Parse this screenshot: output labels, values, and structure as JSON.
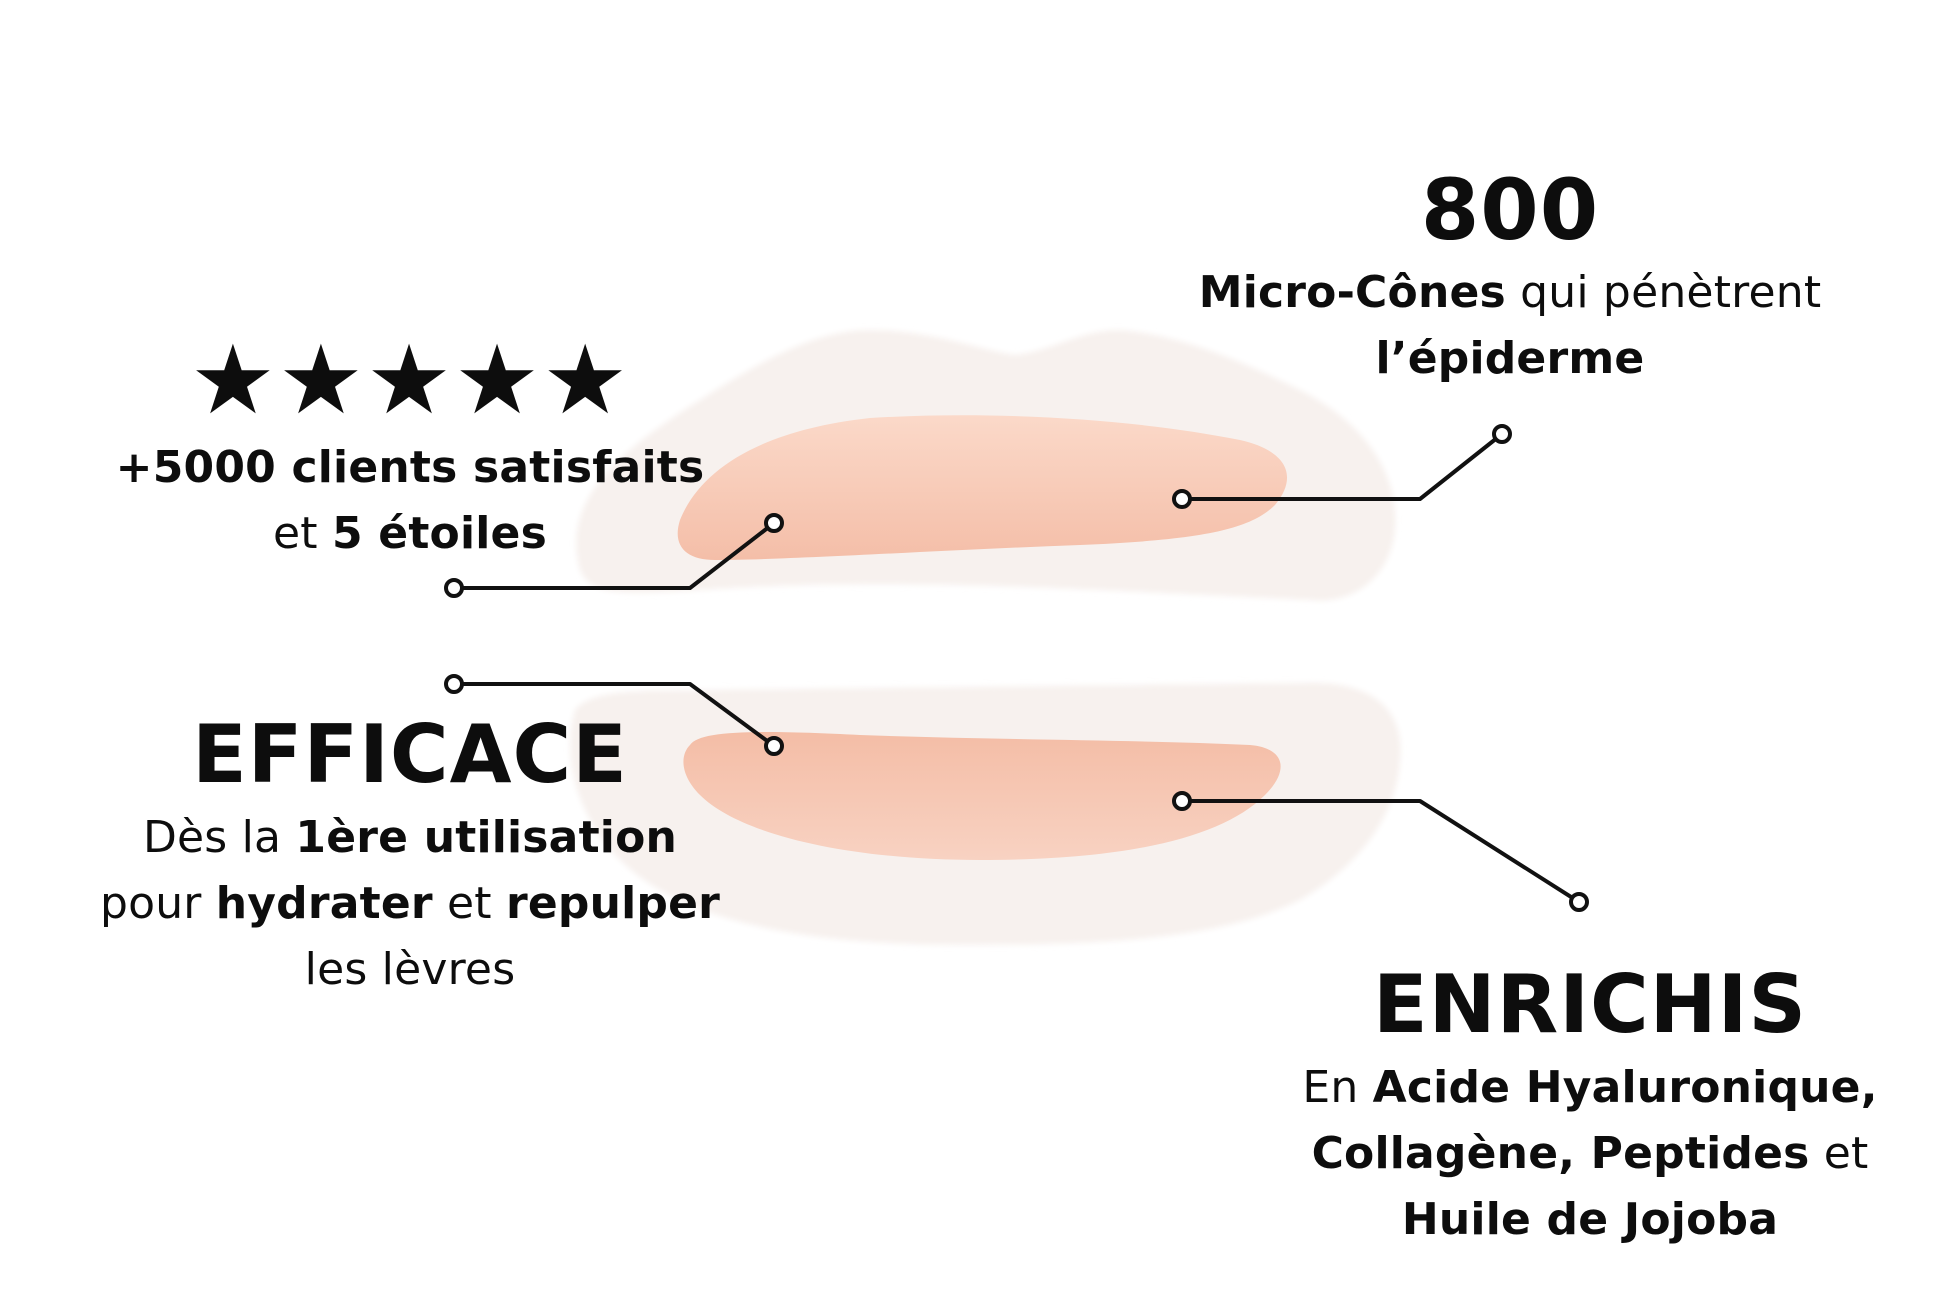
{
  "rating": {
    "stars_glyph": "★★★★★",
    "stars_value": 5,
    "stars_max": 5,
    "line1": "+5000 clients satisfaits",
    "line2_normal": "et ",
    "line2_bold": "5 étoiles"
  },
  "micro_cones": {
    "number": "800",
    "line1_bold": "Micro-Cônes",
    "line1_normal": " qui pénètrent",
    "line2_bold": "l’épiderme"
  },
  "efficace": {
    "heading": "EFFICACE",
    "l1_a": "Dès la ",
    "l1_b": "1ère utilisation",
    "l2_a": "pour ",
    "l2_b": "hydrater",
    "l2_c": " et ",
    "l2_d": "repulper",
    "l3": "les lèvres"
  },
  "enrichis": {
    "heading": "ENRICHIS",
    "l1_a": "En ",
    "l1_b": "Acide Hyaluronique,",
    "l2_a": "Collagène, Peptides",
    "l2_b": " et",
    "l3": "Huile de Jojoba"
  },
  "colors": {
    "text": "#0d0d0d",
    "patch": "#f7f1ee",
    "gel": "#f6c7b3",
    "line": "#111111"
  }
}
